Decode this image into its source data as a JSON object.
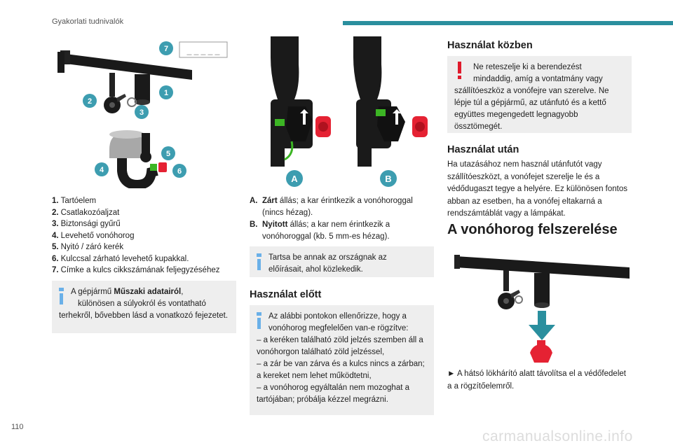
{
  "header": {
    "section": "Gyakorlati tudnivalók"
  },
  "page": {
    "number": "110"
  },
  "watermark": "carmanualsonline.info",
  "colors": {
    "accent": "#2a8f9e",
    "callout": "#3d9db0",
    "info": "#6ab0e8",
    "warning": "#e01a2b",
    "box_bg": "#eeeeee",
    "green": "#3cb524",
    "red": "#e52233"
  },
  "figure_parts": {
    "callouts": [
      "1",
      "2",
      "3",
      "4",
      "5",
      "6",
      "7"
    ],
    "label_placeholder": "_ _ _ _ _"
  },
  "legend": [
    {
      "num": "1.",
      "text": "Tartóelem"
    },
    {
      "num": "2.",
      "text": "Csatlakozóaljzat"
    },
    {
      "num": "3.",
      "text": "Biztonsági gyűrű"
    },
    {
      "num": "4.",
      "text": "Levehető vonóhorog"
    },
    {
      "num": "5.",
      "text": "Nyitó / záró kerék"
    },
    {
      "num": "6.",
      "text": "Kulccsal zárható levehető kupakkal."
    },
    {
      "num": "7.",
      "text": "Címke a kulcs cikkszámának feljegyzéséhez"
    }
  ],
  "info_tech": {
    "pre": "A gépjármű ",
    "bold": "Műszaki adatairól",
    "post": ",",
    "line2": "különösen a súlyokról és vontatható",
    "rest": "terhekről, bővebben lásd a vonatkozó fejezetet."
  },
  "positions": {
    "badges": [
      "A",
      "B"
    ],
    "items": [
      {
        "key": "A.",
        "bold": "Zárt",
        "text": " állás; a kar érintkezik a vonóhoroggal (nincs hézag)."
      },
      {
        "key": "B.",
        "bold": "Nyitott",
        "text": " állás; a kar nem érintkezik a vonóhoroggal (kb. 5 mm-es hézag)."
      }
    ]
  },
  "info_country": {
    "line1": "Tartsa be annak az országnak az",
    "line2": "előírásait, ahol közlekedik."
  },
  "before_use": {
    "heading": "Használat előtt",
    "intro1": "Az alábbi pontokon ellenőrizze, hogy a",
    "intro2": "vonóhorog megfelelően van-e rögzítve:",
    "items": [
      "– a keréken található zöld jelzés szemben áll a vonóhorgon található zöld jelzéssel,",
      "– a zár be van zárva és a kulcs nincs a zárban; a kereket nem lehet működtetni,",
      "– a vonóhorog egyáltalán nem mozoghat a tartójában; próbálja kézzel megrázni."
    ]
  },
  "during_use": {
    "heading": "Használat közben",
    "line1": "Ne reteszelje ki a berendezést",
    "line2": "mindaddig, amíg a vontatmány vagy",
    "rest": "szállítóeszköz a vonófejre van szerelve. Ne lépje túl a gépjármű, az utánfutó és a kettő együttes megengedett legnagyobb össztömegét."
  },
  "after_use": {
    "heading": "Használat után",
    "text": "Ha utazásához nem használ utánfutót vagy szállítóeszközt, a vonófejet szerelje le és a védődugaszt tegye a helyére. Ez különösen fontos abban az esetben, ha a vonófej eltakarná a rendszámtáblát vagy a lámpákat."
  },
  "mounting": {
    "heading": "A vonóhorog felszerelése",
    "step": "► A hátsó lökhárító alatt távolítsa el a védőfedelet a a rögzítőelemről."
  }
}
